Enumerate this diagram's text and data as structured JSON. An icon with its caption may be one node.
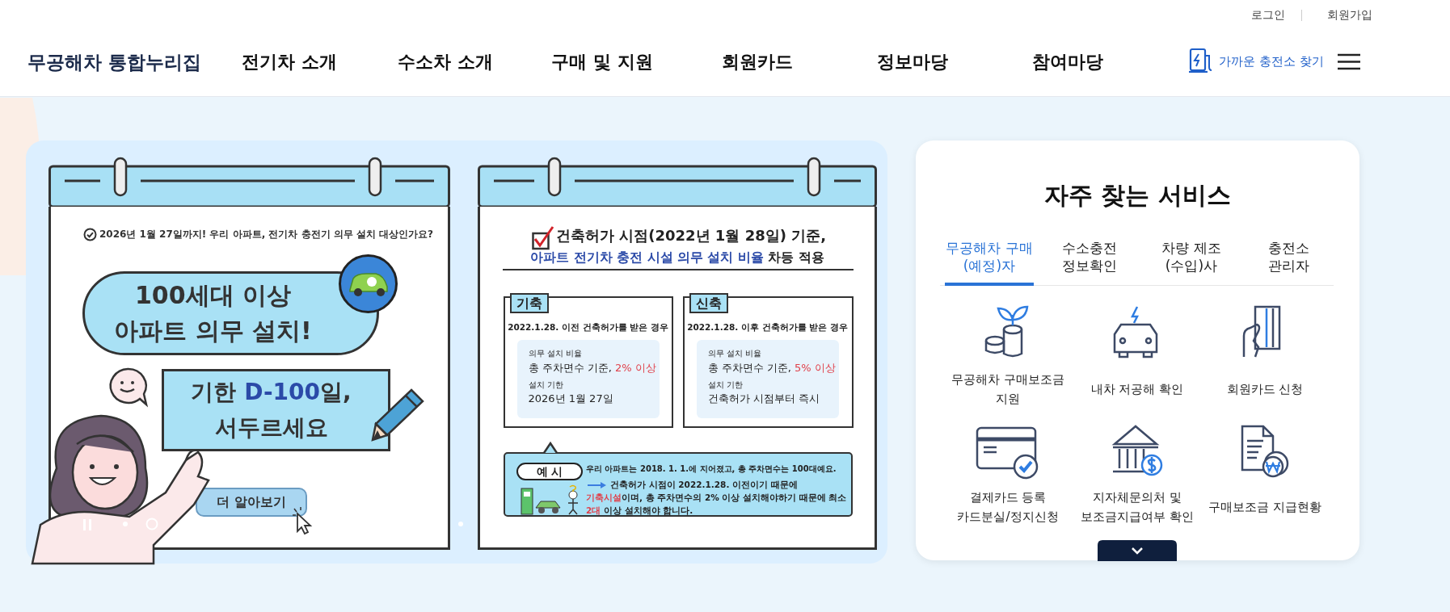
{
  "diagram": {
    "nodes": [
      {
        "text": [
          "2026년 1월 27일까지! 우리 아파트, 전기차 충전기 의무 설치 대상인가요?"
        ]
      },
      {
        "text": [
          "100세대 이상 아파트 의무 설치!"
        ],
        "in": 0
      },
      {
        "text": [
          "기한 **D-100**일, 서두르세요"
        ],
        "in": 0
      },
      {
        "text": [
          "더 알아보기"
        ],
        "in": 0
      },
      {
        "text": [
          "건축허가 시점(2022년 1월 28일) 기준,",
          "**아파트 전기차 충전 시설 의무 설치 비율** 차등 적용"
        ]
      },
      {
        "text": [
          "기축",
          "2022.1.28. 이전 건축허가를 받은 경우"
        ],
        "in": 4
      },
      {
        "text": [
          "의무 설치 비율",
          "총 주차면수 기준, **2% 이상**",
          "설치 기한",
          "2026년 1월 27일"
        ],
        "in": 5
      },
      {
        "text": [
          "신축",
          "2022.1.28. 이후 건축허가를 받은 경우"
        ],
        "in": 4
      },
      {
        "text": [
          "의무 설치 비율",
          "총 주차면수 기준, **5% 이상**",
          "설치 기한",
          "건축허가 시점부터 즉시"
        ],
        "in": 7
      },
      {
        "text": [
          "예 시",
          "우리 아파트는 2018. 1. 1.에 지어졌고, 총 주차면수는 100대예요.",
          "건축허가 시점이 2022.1.28. 이전이기 때문에 **기축시설**이며, 총 주차면수의 2% 이상 설치해야하기 때문에 최소 **2대** 이상 설치해야 합니다."
        ],
        "in": 4
      },
      {
        "text": [
          "자주 찾는 서비스"
        ]
      },
      {
        "text": [
          "무공해차 구매보조금 지원"
        ],
        "in": 10
      },
      {
        "text": [
          "내차 저공해 확인"
        ],
        "in": 10
      },
      {
        "text": [
          "회원카드 신청"
        ],
        "in": 10
      },
      {
        "text": [
          "결제카드 등록 카드분실/정지신청"
        ],
        "in": 10
      },
      {
        "text": [
          "지자체문의처 및 보조금지급여부 확인"
        ],
        "in": 10
      },
      {
        "text": [
          "구매보조금 지급현황"
        ],
        "in": 10
      }
    ],
    "labels": [
      "로그인",
      "회원가입",
      "무공해차 통합누리집",
      "전기차 소개",
      "수소차 소개",
      "구매 및 지원",
      "회원카드",
      "정보마당",
      "참여마당",
      "가까운 충전소 찾기",
      "무공해차 구매 (예정)자",
      "수소충전 정보확인",
      "차량 제조 (수입)사",
      "충전소 관리자"
    ]
  }
}
